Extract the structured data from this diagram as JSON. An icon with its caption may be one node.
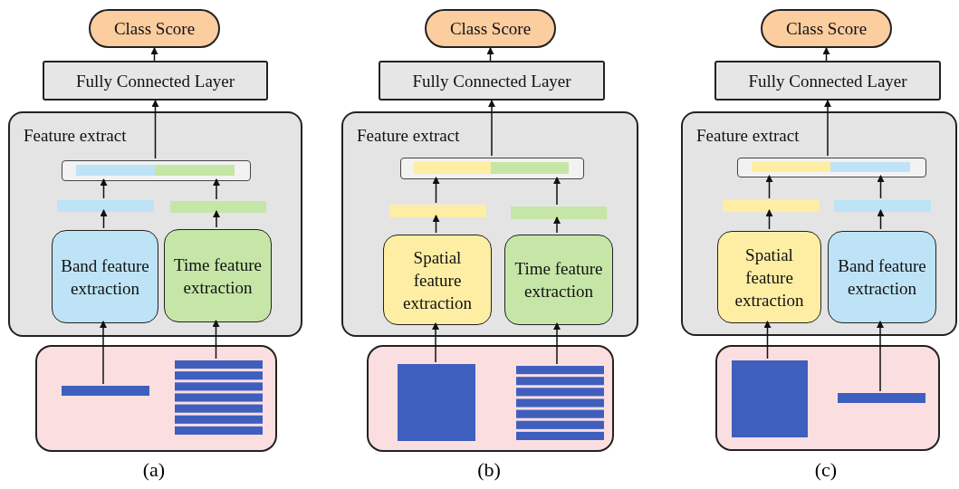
{
  "diagram": {
    "nodes": [
      {
        "text": [
          "Class Score"
        ]
      },
      {
        "text": [
          "Fully Connected Layer"
        ]
      },
      {
        "text": [
          "Feature extract"
        ]
      },
      {
        "text": [],
        "shape": "box",
        "in": 2
      },
      {
        "text": [],
        "shape": "bar",
        "in": 2
      },
      {
        "text": [],
        "shape": "bar",
        "in": 2
      },
      {
        "text": [
          "Band feature extraction"
        ],
        "in": 2
      },
      {
        "text": [
          "Time feature extraction"
        ],
        "in": 2
      },
      {
        "text": [],
        "shape": "box"
      },
      {
        "text": [],
        "shape": "bar",
        "in": 8
      },
      {
        "text": [],
        "shape": "stripes",
        "in": 8
      },
      {
        "text": [
          "Class Score"
        ]
      },
      {
        "text": [
          "Fully Connected Layer"
        ]
      },
      {
        "text": [
          "Feature extract"
        ]
      },
      {
        "text": [],
        "shape": "box",
        "in": 13
      },
      {
        "text": [],
        "shape": "bar",
        "in": 13
      },
      {
        "text": [],
        "shape": "bar",
        "in": 13
      },
      {
        "text": [
          "Spatial feature extraction"
        ],
        "in": 13
      },
      {
        "text": [
          "Time feature extraction"
        ],
        "in": 13
      },
      {
        "text": [],
        "shape": "box"
      },
      {
        "text": [],
        "shape": "square",
        "in": 19
      },
      {
        "text": [],
        "shape": "stripes",
        "in": 19
      },
      {
        "text": [
          "Class Score"
        ]
      },
      {
        "text": [
          "Fully Connected Layer"
        ]
      },
      {
        "text": [
          "Feature extract"
        ]
      },
      {
        "text": [],
        "shape": "box",
        "in": 24
      },
      {
        "text": [],
        "shape": "bar",
        "in": 24
      },
      {
        "text": [],
        "shape": "bar",
        "in": 24
      },
      {
        "text": [
          "Spatial feature extraction"
        ],
        "in": 24
      },
      {
        "text": [
          "Band feature extraction"
        ],
        "in": 24
      },
      {
        "text": [],
        "shape": "box"
      },
      {
        "text": [],
        "shape": "square",
        "in": 30
      },
      {
        "text": [],
        "shape": "bar",
        "in": 30
      }
    ],
    "edges": [
      {
        "from": 9,
        "to": 6,
        "arrow": "to"
      },
      {
        "from": 10,
        "to": 7,
        "arrow": "to"
      },
      {
        "from": 6,
        "to": 4,
        "arrow": "to"
      },
      {
        "from": 7,
        "to": 5,
        "arrow": "to"
      },
      {
        "from": 4,
        "to": 3,
        "arrow": "to"
      },
      {
        "from": 5,
        "to": 3,
        "arrow": "to"
      },
      {
        "from": 3,
        "to": 1,
        "arrow": "to"
      },
      {
        "from": 1,
        "to": 0,
        "arrow": "to"
      },
      {
        "from": 20,
        "to": 17,
        "arrow": "to"
      },
      {
        "from": 21,
        "to": 18,
        "arrow": "to"
      },
      {
        "from": 17,
        "to": 15,
        "arrow": "to"
      },
      {
        "from": 18,
        "to": 16,
        "arrow": "to"
      },
      {
        "from": 15,
        "to": 14,
        "arrow": "to"
      },
      {
        "from": 16,
        "to": 14,
        "arrow": "to"
      },
      {
        "from": 14,
        "to": 12,
        "arrow": "to"
      },
      {
        "from": 12,
        "to": 11,
        "arrow": "to"
      },
      {
        "from": 31,
        "to": 28,
        "arrow": "to"
      },
      {
        "from": 32,
        "to": 29,
        "arrow": "to"
      },
      {
        "from": 28,
        "to": 26,
        "arrow": "to"
      },
      {
        "from": 29,
        "to": 27,
        "arrow": "to"
      },
      {
        "from": 26,
        "to": 25,
        "arrow": "to"
      },
      {
        "from": 27,
        "to": 25,
        "arrow": "to"
      },
      {
        "from": 25,
        "to": 23,
        "arrow": "to"
      },
      {
        "from": 23,
        "to": 22,
        "arrow": "to"
      }
    ],
    "labels": [
      "(a)",
      "(b)",
      "(c)"
    ]
  }
}
